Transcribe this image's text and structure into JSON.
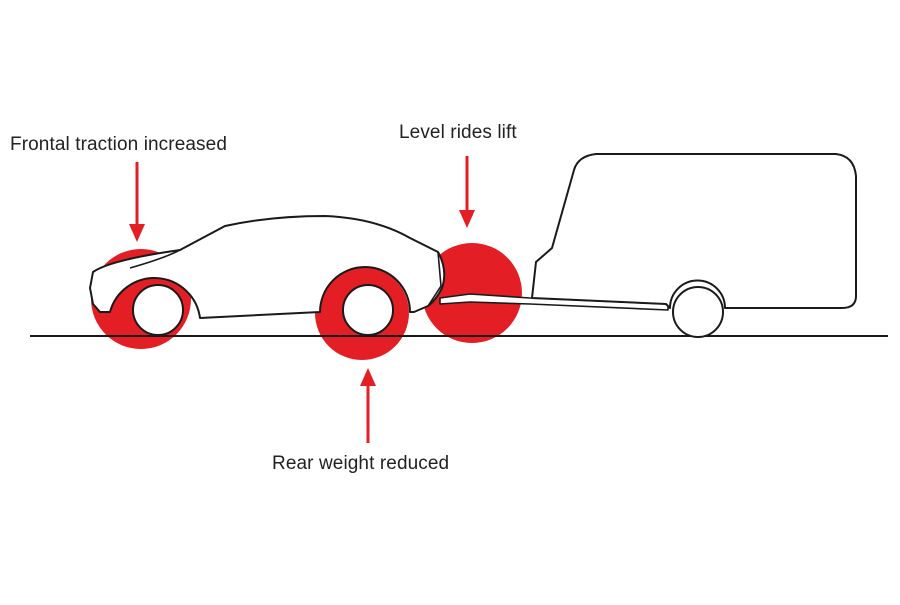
{
  "labels": {
    "frontal_traction": "Frontal traction increased",
    "level_rides_lift": "Level rides lift",
    "rear_weight": "Rear weight reduced"
  },
  "colors": {
    "highlight": "#e31e24",
    "line": "#1a1a1a",
    "background": "#ffffff"
  }
}
